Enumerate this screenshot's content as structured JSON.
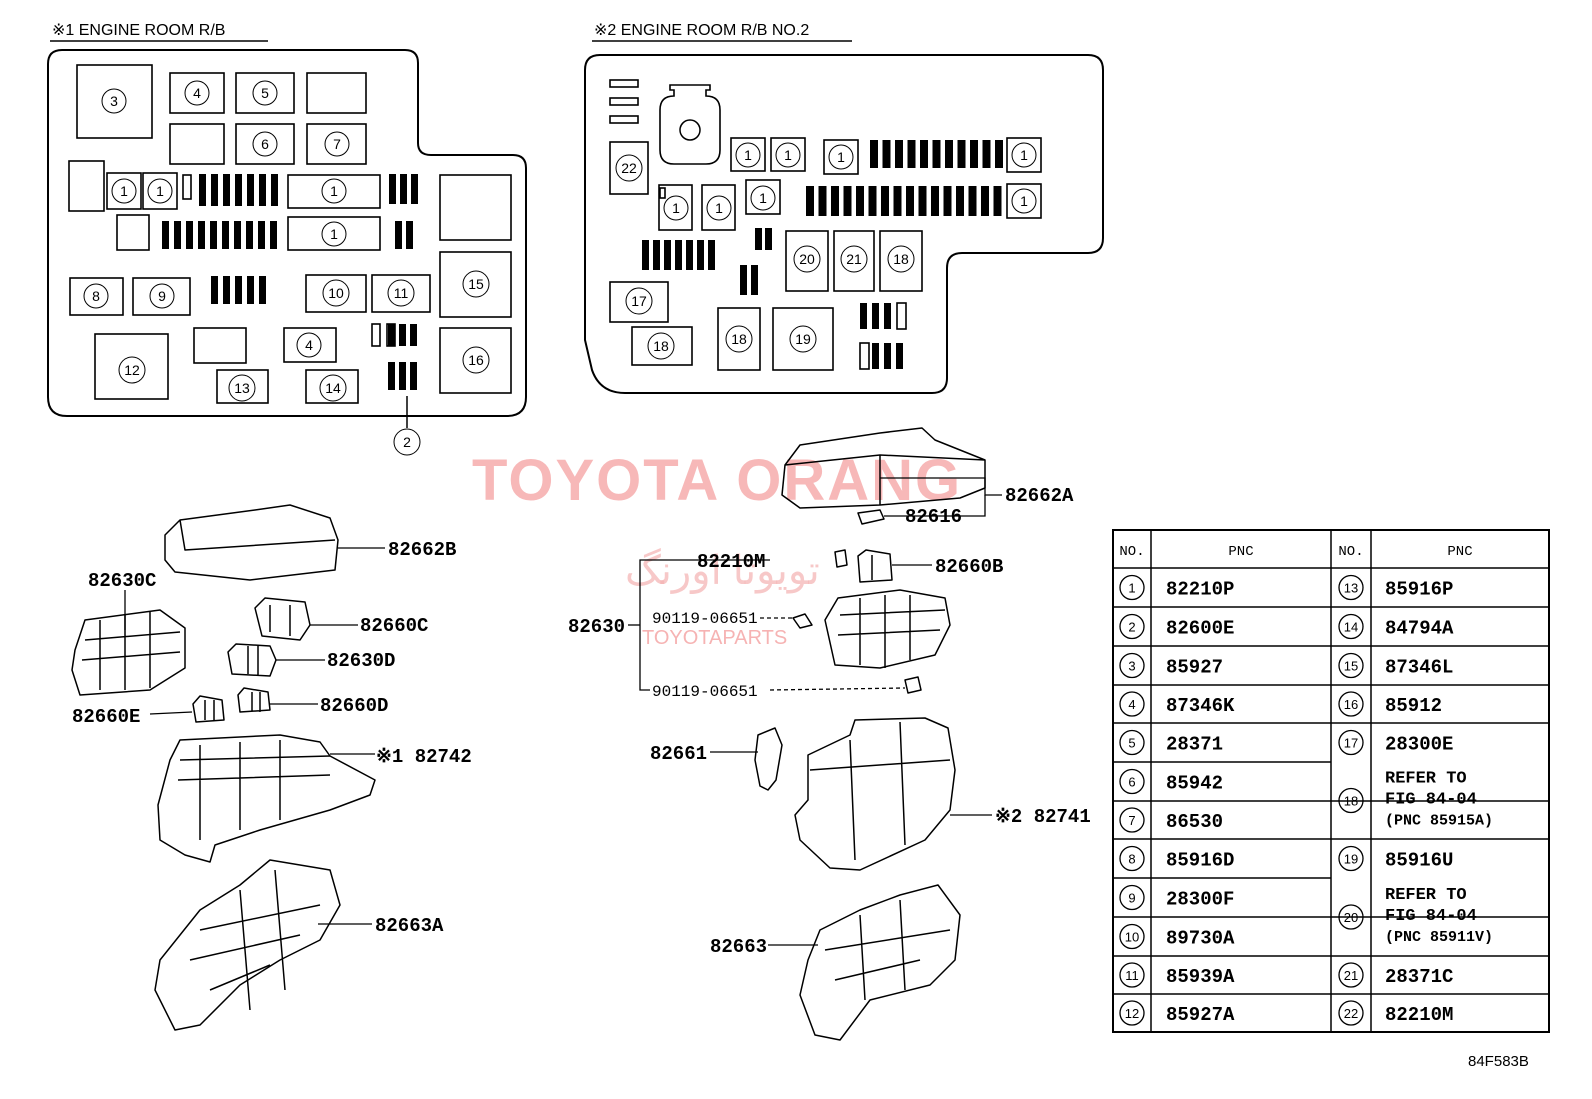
{
  "headings": {
    "rb1": "※1 ENGINE ROOM R/B",
    "rb2": "※2 ENGINE ROOM R/B NO.2"
  },
  "callout_numbers": [
    "1",
    "2",
    "3",
    "4",
    "5",
    "6",
    "7",
    "8",
    "9",
    "10",
    "11",
    "12",
    "13",
    "14",
    "15",
    "16",
    "17",
    "18",
    "19",
    "20",
    "21",
    "22"
  ],
  "part_labels": {
    "p82662A": "82662A",
    "p82616": "82616",
    "p82662B": "82662B",
    "p82630C": "82630C",
    "p82660C": "82660C",
    "p82630D": "82630D",
    "p82660E": "82660E",
    "p82660D": "82660D",
    "p82742": "※1 82742",
    "p82663A": "82663A",
    "p82210M": "82210M",
    "p82660B": "82660B",
    "p82630": "82630",
    "bolt1": "90119-06651",
    "bolt2": "90119-06651",
    "p82661": "82661",
    "p82741": "※2 82741",
    "p82663": "82663"
  },
  "watermarks": {
    "main": "TOYOTA ORANG",
    "arabic": "تویوتا اورنگ",
    "small": "TOYOTAPARTS"
  },
  "table": {
    "headers": [
      "NO.",
      "PNC",
      "NO.",
      "PNC"
    ],
    "left": [
      {
        "no": "1",
        "pnc": "82210P"
      },
      {
        "no": "2",
        "pnc": "82600E"
      },
      {
        "no": "3",
        "pnc": "85927"
      },
      {
        "no": "4",
        "pnc": "87346K"
      },
      {
        "no": "5",
        "pnc": "28371"
      },
      {
        "no": "6",
        "pnc": "85942"
      },
      {
        "no": "7",
        "pnc": "86530"
      },
      {
        "no": "8",
        "pnc": "85916D"
      },
      {
        "no": "9",
        "pnc": "28300F"
      },
      {
        "no": "10",
        "pnc": "89730A"
      },
      {
        "no": "11",
        "pnc": "85939A"
      },
      {
        "no": "12",
        "pnc": "85927A"
      }
    ],
    "right": [
      {
        "no": "13",
        "pnc": "85916P"
      },
      {
        "no": "14",
        "pnc": "84794A"
      },
      {
        "no": "15",
        "pnc": "87346L"
      },
      {
        "no": "16",
        "pnc": "85912"
      },
      {
        "no": "17",
        "pnc": "28300E"
      },
      {
        "no": "18",
        "pnc": "REFER TO|FIG 84-04|(PNC 85915A)"
      },
      {
        "no": "19",
        "pnc": "85916U"
      },
      {
        "no": "20",
        "pnc": "REFER TO|FIG 84-04|(PNC 85911V)"
      },
      {
        "no": "21",
        "pnc": "28371C"
      },
      {
        "no": "22",
        "pnc": "82210M"
      }
    ]
  },
  "figure_code": "84F583B"
}
